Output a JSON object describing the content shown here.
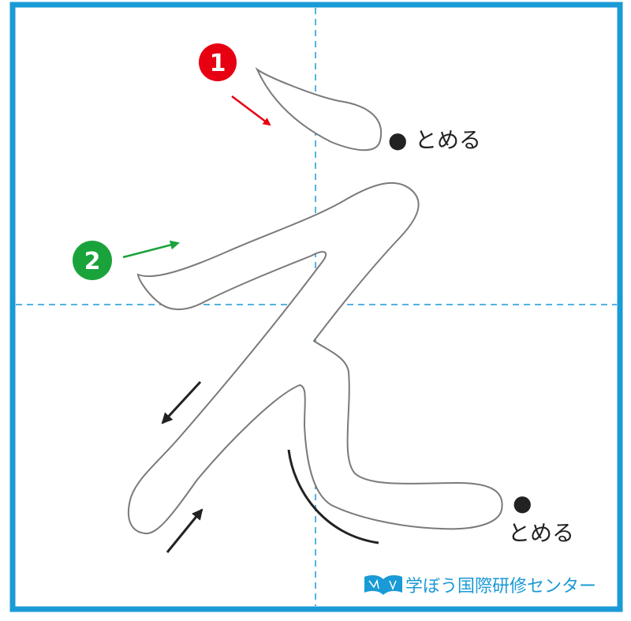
{
  "frame": {
    "border_color": "#1a9ad6",
    "guide_color": "#1a9ad6"
  },
  "character": {
    "glyph_outline_color": "#7a7a7a"
  },
  "strokes": [
    {
      "order": "1",
      "color": "#e60012",
      "end_mark": "●",
      "end_label": "とめる"
    },
    {
      "order": "2",
      "color": "#1aa33b",
      "end_mark": "●",
      "end_label": "とめる"
    }
  ],
  "arrows": {
    "stroke1_color": "#e60012",
    "stroke2_color": "#1aa33b",
    "direction_color": "#222222"
  },
  "brand": {
    "logo_icon": "open-book-icon",
    "name": "学ぼう国際研修センター",
    "color": "#1a9ad6"
  }
}
